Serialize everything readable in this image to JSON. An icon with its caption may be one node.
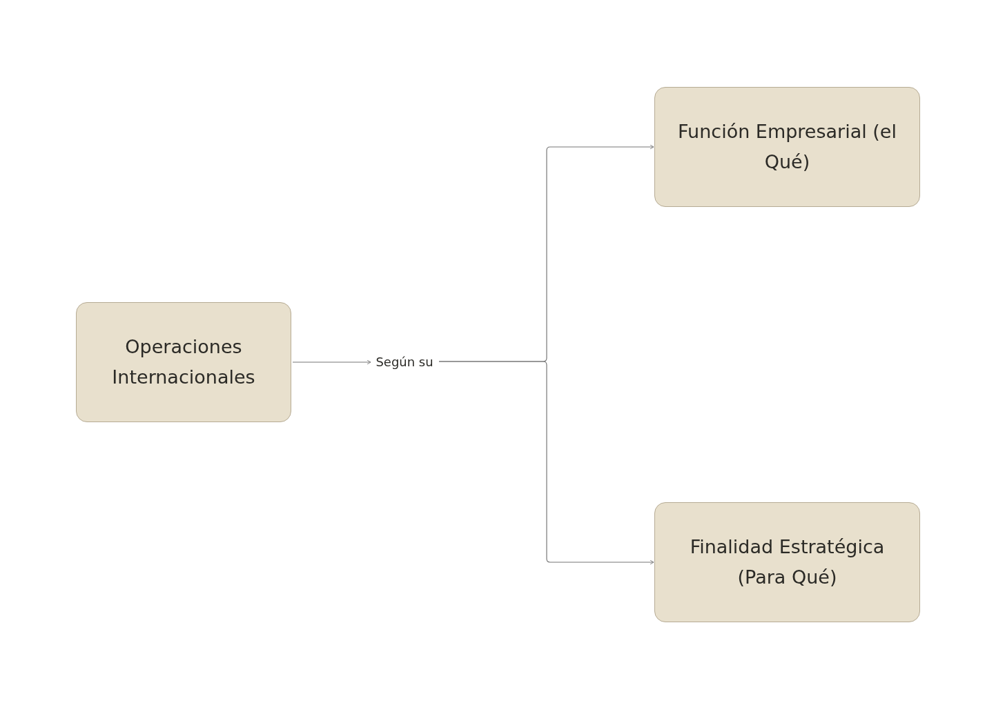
{
  "diagram": {
    "nodes": [
      {
        "text": [
          "Operaciones Internacionales"
        ]
      },
      {
        "text": [
          "Según su"
        ]
      },
      {
        "text": [
          "Función Empresarial (el Qué)"
        ]
      },
      {
        "text": [
          "Finalidad Estratégica (Para Qué)"
        ]
      }
    ],
    "edges": [
      {
        "from": 0,
        "to": 1,
        "arrow": "to"
      },
      {
        "from": 1,
        "to": 2,
        "arrow": "to"
      },
      {
        "from": 1,
        "to": 3,
        "arrow": "to"
      }
    ]
  }
}
